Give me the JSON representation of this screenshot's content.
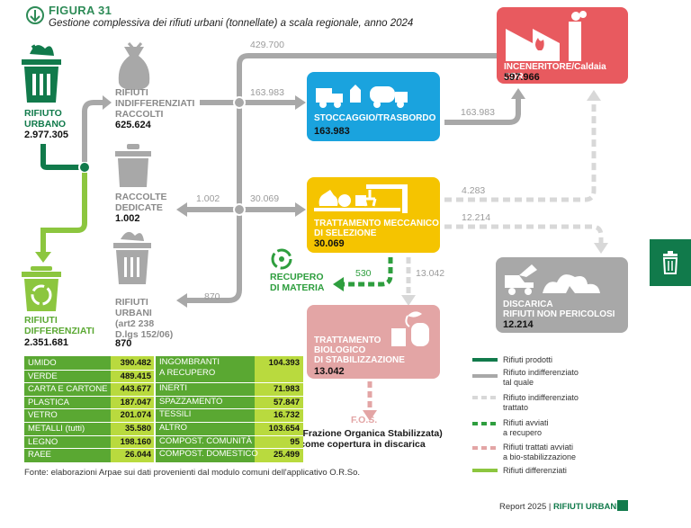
{
  "figure": {
    "label": "FIGURA 31",
    "title": "Gestione complessiva dei rifiuti urbani (tonnellate) a scala regionale, anno 2024"
  },
  "nodes": {
    "rifiuto_urbano": {
      "label": "RIFIUTO\nURBANO",
      "value": "2.977.305"
    },
    "indifferenziati": {
      "label": "RIFIUTI\nINDIFFERENZIATI\nRACCOLTI",
      "value": "625.624"
    },
    "raccolte_dedicate": {
      "label": "RACCOLTE\nDEDICATE",
      "value": "1.002"
    },
    "rifiuti_urbani_art": {
      "label": "RIFIUTI\nURBANI\n(art2 238\nD.lgs 152/06)",
      "value": "870"
    },
    "differenziati": {
      "label": "RIFIUTI\nDIFFERENZIATI",
      "value": "2.351.681"
    },
    "recupero": {
      "label": "RECUPERO\nDI MATERIA"
    },
    "stoccaggio": {
      "label": "STOCCAGGIO/TRASBORDO",
      "value": "163.983"
    },
    "inceneritore": {
      "label": "INCENERITORE/Caldaia CDR",
      "value": "597.966"
    },
    "tms": {
      "label": "TRATTAMENTO MECCANICO\nDI SELEZIONE",
      "value": "30.069"
    },
    "discarica": {
      "label": "DISCARICA\nRIFIUTI NON PERICOLOSI",
      "value": "12.214"
    },
    "tbs": {
      "label": "TRATTAMENTO\nBIOLOGICO\nDI STABILIZZAZIONE",
      "value": "13.042"
    },
    "fos": {
      "label": "F.O.S.",
      "desc": "(Frazione Organica Stabilizzata)\ncome copertura in discarica"
    }
  },
  "flows": {
    "f_429700": "429.700",
    "f_163983_a": "163.983",
    "f_163983_b": "163.983",
    "f_1002": "1.002",
    "f_30069": "30.069",
    "f_870": "870",
    "f_4283": "4.283",
    "f_12214": "12.214",
    "f_530": "530",
    "f_13042": "13.042"
  },
  "table": {
    "left": [
      {
        "name": "UMIDO",
        "value": "390.482"
      },
      {
        "name": "VERDE",
        "value": "489.415"
      },
      {
        "name": "CARTA E CARTONE",
        "value": "443.677"
      },
      {
        "name": "PLASTICA",
        "value": "187.047"
      },
      {
        "name": "VETRO",
        "value": "201.074"
      },
      {
        "name": "METALLI (tutti)",
        "value": "35.580"
      },
      {
        "name": "LEGNO",
        "value": "198.160"
      },
      {
        "name": "RAEE",
        "value": "26.044"
      }
    ],
    "right": [
      {
        "name": "INGOMBRANTI\nA RECUPERO",
        "value": "104.393"
      },
      {
        "name": "INERTI",
        "value": "71.983"
      },
      {
        "name": "SPAZZAMENTO",
        "value": "57.847"
      },
      {
        "name": "TESSILI",
        "value": "16.732"
      },
      {
        "name": "ALTRO",
        "value": "103.654"
      },
      {
        "name": "COMPOST. COMUNITÀ",
        "value": "95"
      },
      {
        "name": "COMPOST. DOMESTICO",
        "value": "25.499"
      }
    ]
  },
  "legend": [
    {
      "label": "Rifiuti prodotti",
      "color": "#117a4b",
      "style": "solid"
    },
    {
      "label": "Rifiuto indifferenziato\ntal quale",
      "color": "#a8a8a8",
      "style": "solid"
    },
    {
      "label": "Rifiuto indifferenziato\ntrattato",
      "color": "#d8d8d8",
      "style": "dashed"
    },
    {
      "label": "Rifiuti avviati\na recupero",
      "color": "#2e9e3e",
      "style": "dashed"
    },
    {
      "label": "Rifiuti trattati avviati\na bio-stabilizzazione",
      "color": "#e3a5a5",
      "style": "dashed"
    },
    {
      "label": "Rifiuti differenziati",
      "color": "#8cc63f",
      "style": "solid"
    }
  ],
  "footer": "Fonte: elaborazioni Arpae sui dati provenienti dal modulo comuni dell'applicativo O.R.So.",
  "report": {
    "prefix": "Report 2025 | ",
    "section": "RIFIUTI URBANI"
  },
  "colors": {
    "dark_green": "#117a4b",
    "light_green": "#8cc63f",
    "grey": "#a8a8a8",
    "blue": "#1aa3de",
    "red": "#e85a5f",
    "yellow": "#f5c400",
    "pink": "#e3a5a5",
    "table_green": "#5aa832",
    "table_lime": "#b9da3e"
  }
}
